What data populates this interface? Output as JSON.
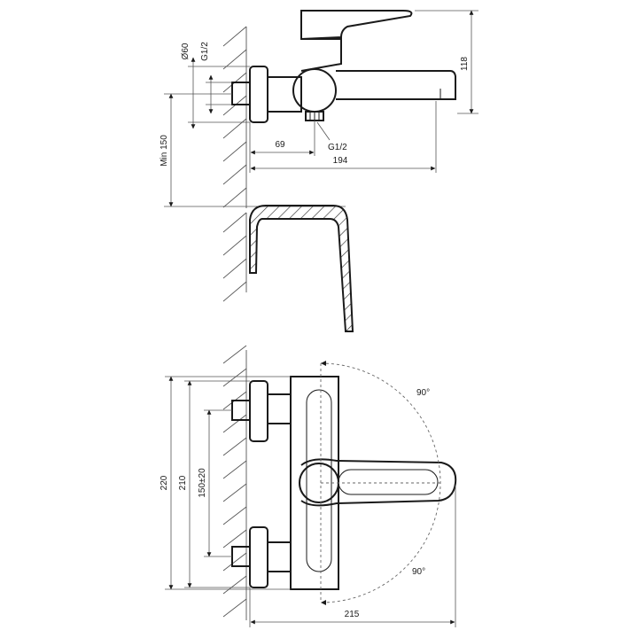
{
  "dimensions": {
    "side_view": {
      "diameter_label": "Ø60",
      "thread_label_top": "G1/2",
      "height_label": "118",
      "min_label": "Min 150",
      "offset_label": "69",
      "thread_label_bottom": "G1/2",
      "length_label": "194"
    },
    "plan_view": {
      "height_outer_label": "220",
      "height_mid_label": "210",
      "center_distance_label": "150±20",
      "angle_top_label": "90°",
      "angle_bottom_label": "90°",
      "width_label": "215"
    }
  }
}
